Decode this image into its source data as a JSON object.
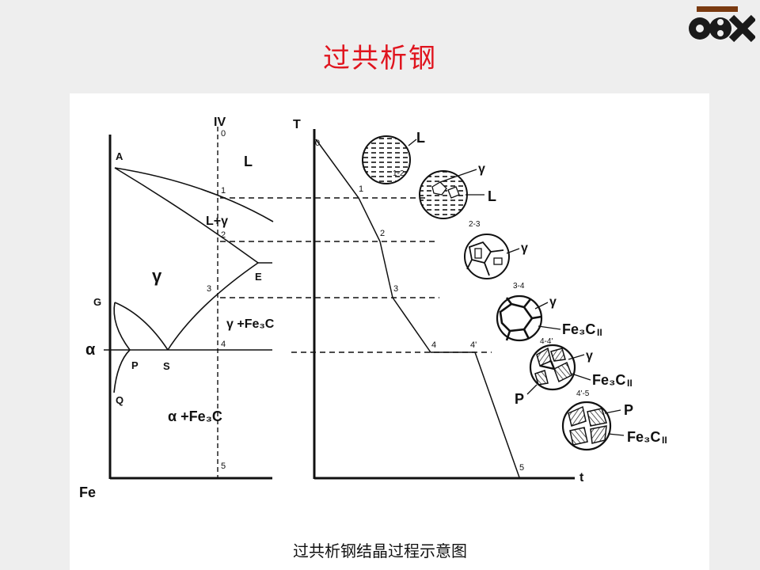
{
  "slide": {
    "title": "过共析钢",
    "caption": "过共析钢结晶过程示意图"
  },
  "phase_diagram": {
    "alloy_label": "IV",
    "origin_label": "Fe",
    "points": {
      "A": "A",
      "G": "G",
      "E": "E",
      "S": "S",
      "P": "P",
      "Q": "Q"
    },
    "alpha_axis": "α",
    "regions": {
      "liquid": "L",
      "liquid_gamma": "L+γ",
      "gamma": "γ",
      "gamma_fe3c": "γ +Fe₃C",
      "alpha_fe3c": "α +Fe₃C"
    },
    "line_marks": [
      "0",
      "1",
      "2",
      "3",
      "4",
      "5"
    ]
  },
  "cooling_curve": {
    "y_axis_label": "T",
    "x_axis_label": "t",
    "point_labels": [
      "0",
      "1",
      "2",
      "3",
      "4",
      "4'",
      "5"
    ]
  },
  "microstructures": {
    "stage_labels": [
      "1-2",
      "2-3",
      "3-4",
      "4-4'",
      "4'-5"
    ],
    "phase_labels": {
      "c1": [
        "L"
      ],
      "c2": [
        "γ",
        "L"
      ],
      "c3": [
        "γ"
      ],
      "c4": [
        "γ",
        "Fe₃C",
        "II"
      ],
      "c5": [
        "γ",
        "Fe₃C",
        "II",
        "P"
      ],
      "c6": [
        "P",
        "Fe₃C",
        "II"
      ]
    }
  }
}
